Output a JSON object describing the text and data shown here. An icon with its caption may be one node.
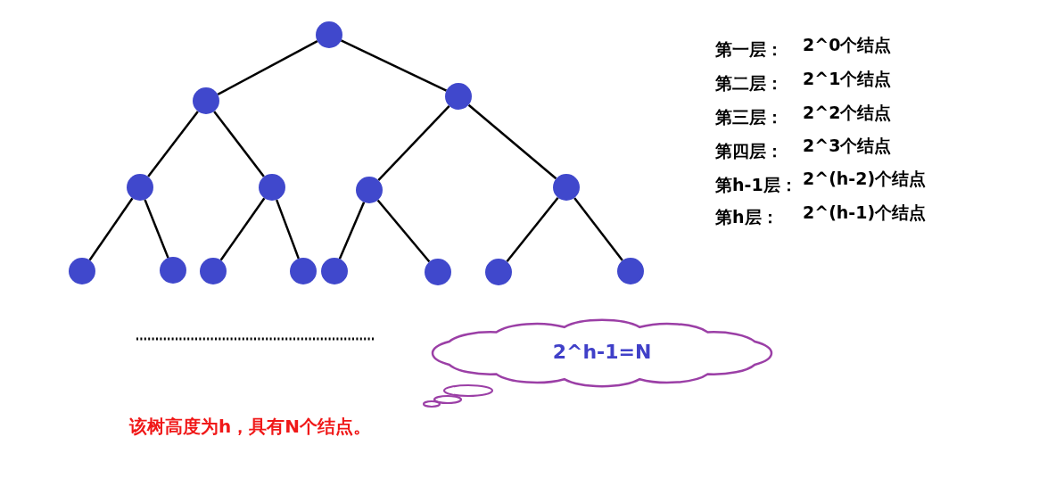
{
  "diagram": {
    "nodes": [
      {
        "text": [],
        "shape": "circle"
      },
      {
        "text": [],
        "shape": "circle"
      },
      {
        "text": [],
        "shape": "circle"
      },
      {
        "text": [],
        "shape": "circle"
      },
      {
        "text": [],
        "shape": "circle"
      },
      {
        "text": [],
        "shape": "circle"
      },
      {
        "text": [],
        "shape": "circle"
      },
      {
        "text": [],
        "shape": "circle"
      },
      {
        "text": [],
        "shape": "circle"
      },
      {
        "text": [],
        "shape": "circle"
      },
      {
        "text": [],
        "shape": "circle"
      },
      {
        "text": [],
        "shape": "circle"
      },
      {
        "text": [],
        "shape": "circle"
      },
      {
        "text": [],
        "shape": "circle"
      },
      {
        "text": [],
        "shape": "circle"
      },
      {
        "text": [
          "2^h-1=N"
        ]
      }
    ],
    "edges": [
      {
        "from": 0,
        "to": 1,
        "arrow": "none"
      },
      {
        "from": 0,
        "to": 2,
        "arrow": "none"
      },
      {
        "from": 1,
        "to": 3,
        "arrow": "none"
      },
      {
        "from": 1,
        "to": 4,
        "arrow": "none"
      },
      {
        "from": 2,
        "to": 5,
        "arrow": "none"
      },
      {
        "from": 2,
        "to": 6,
        "arrow": "none"
      },
      {
        "from": 3,
        "to": 7,
        "arrow": "none"
      },
      {
        "from": 3,
        "to": 8,
        "arrow": "none"
      },
      {
        "from": 4,
        "to": 9,
        "arrow": "none"
      },
      {
        "from": 4,
        "to": 10,
        "arrow": "none"
      },
      {
        "from": 5,
        "to": 11,
        "arrow": "none"
      },
      {
        "from": 5,
        "to": 12,
        "arrow": "none"
      },
      {
        "from": 6,
        "to": 13,
        "arrow": "none"
      },
      {
        "from": 6,
        "to": 14,
        "arrow": "none"
      }
    ],
    "labels": [
      "第一层：",
      "2^0个结点",
      "第二层：",
      "2^1个结点",
      "第三层：",
      "2^2个结点",
      "第四层：",
      "2^3个结点",
      "第h-1层：",
      "2^(h-2)个结点",
      "第h层：",
      "2^(h-1)个结点",
      "该树高度为h，具有N个结点。"
    ]
  }
}
